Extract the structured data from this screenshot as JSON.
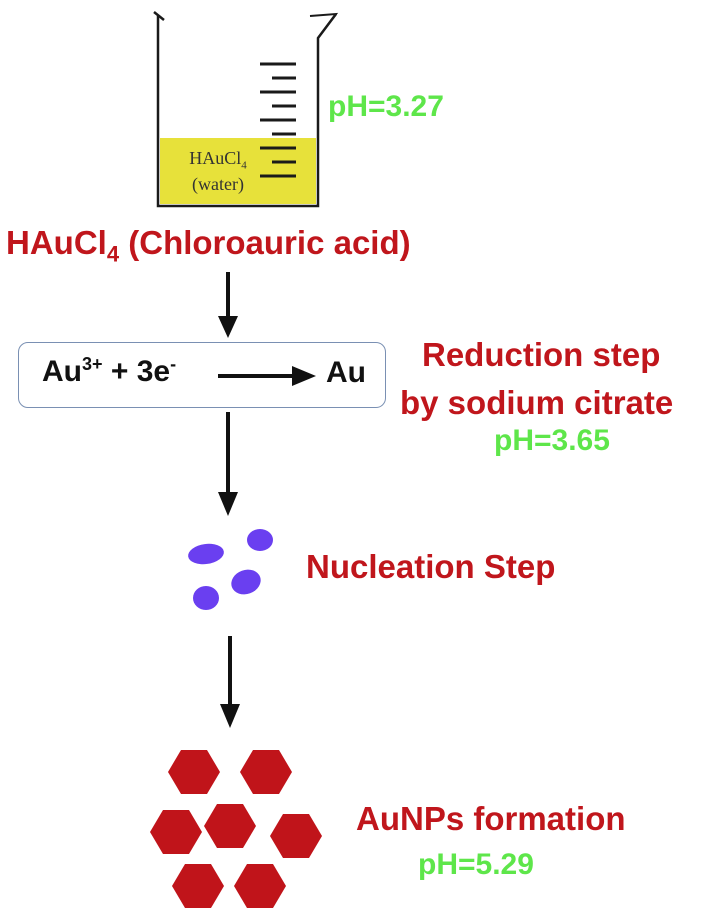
{
  "colors": {
    "red_text": "#c0161c",
    "green_text": "#5ee64a",
    "liquid": "#e7e13a",
    "particle_blue": "#6a3ff0",
    "hexagon_red": "#c0141a"
  },
  "beaker": {
    "label_line1": "HAuCl",
    "label_line1_sub": "4",
    "label_line2": "(water)"
  },
  "ph_initial": "pH=3.27",
  "reactant": {
    "prefix": "HAuCl",
    "sub": "4",
    "suffix": " (Chloroauric acid)"
  },
  "equation": {
    "ion": "Au",
    "ion_charge": "3+",
    "plus": "+ 3e",
    "electron_charge": "-",
    "product": "Au"
  },
  "reduction": {
    "line1": "Reduction step",
    "line2": "by sodium citrate",
    "ph": "pH=3.65"
  },
  "nucleation": {
    "label": "Nucleation Step"
  },
  "formation": {
    "label": "AuNPs formation",
    "ph": "pH=5.29"
  }
}
